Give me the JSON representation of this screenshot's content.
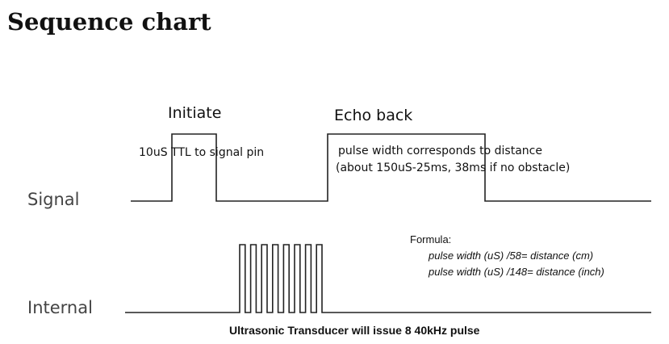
{
  "title": "Sequence chart",
  "rows": {
    "signal_label": "Signal",
    "internal_label": "Internal"
  },
  "phases": {
    "initiate": "Initiate",
    "echo_back": "Echo back"
  },
  "notes": {
    "ttl": "10uS TTL to signal pin",
    "pulse_line1": "pulse width corresponds to distance",
    "pulse_line2": "(about 150uS-25ms, 38ms if no obstacle)"
  },
  "formula": {
    "heading": "Formula:",
    "cm": "pulse width (uS) /58= distance (cm)",
    "inch": "pulse width (uS) /148= distance (inch)"
  },
  "caption": "Ultrasonic Transducer will issue 8 40kHz pulse",
  "internal_pulse_count": 8
}
